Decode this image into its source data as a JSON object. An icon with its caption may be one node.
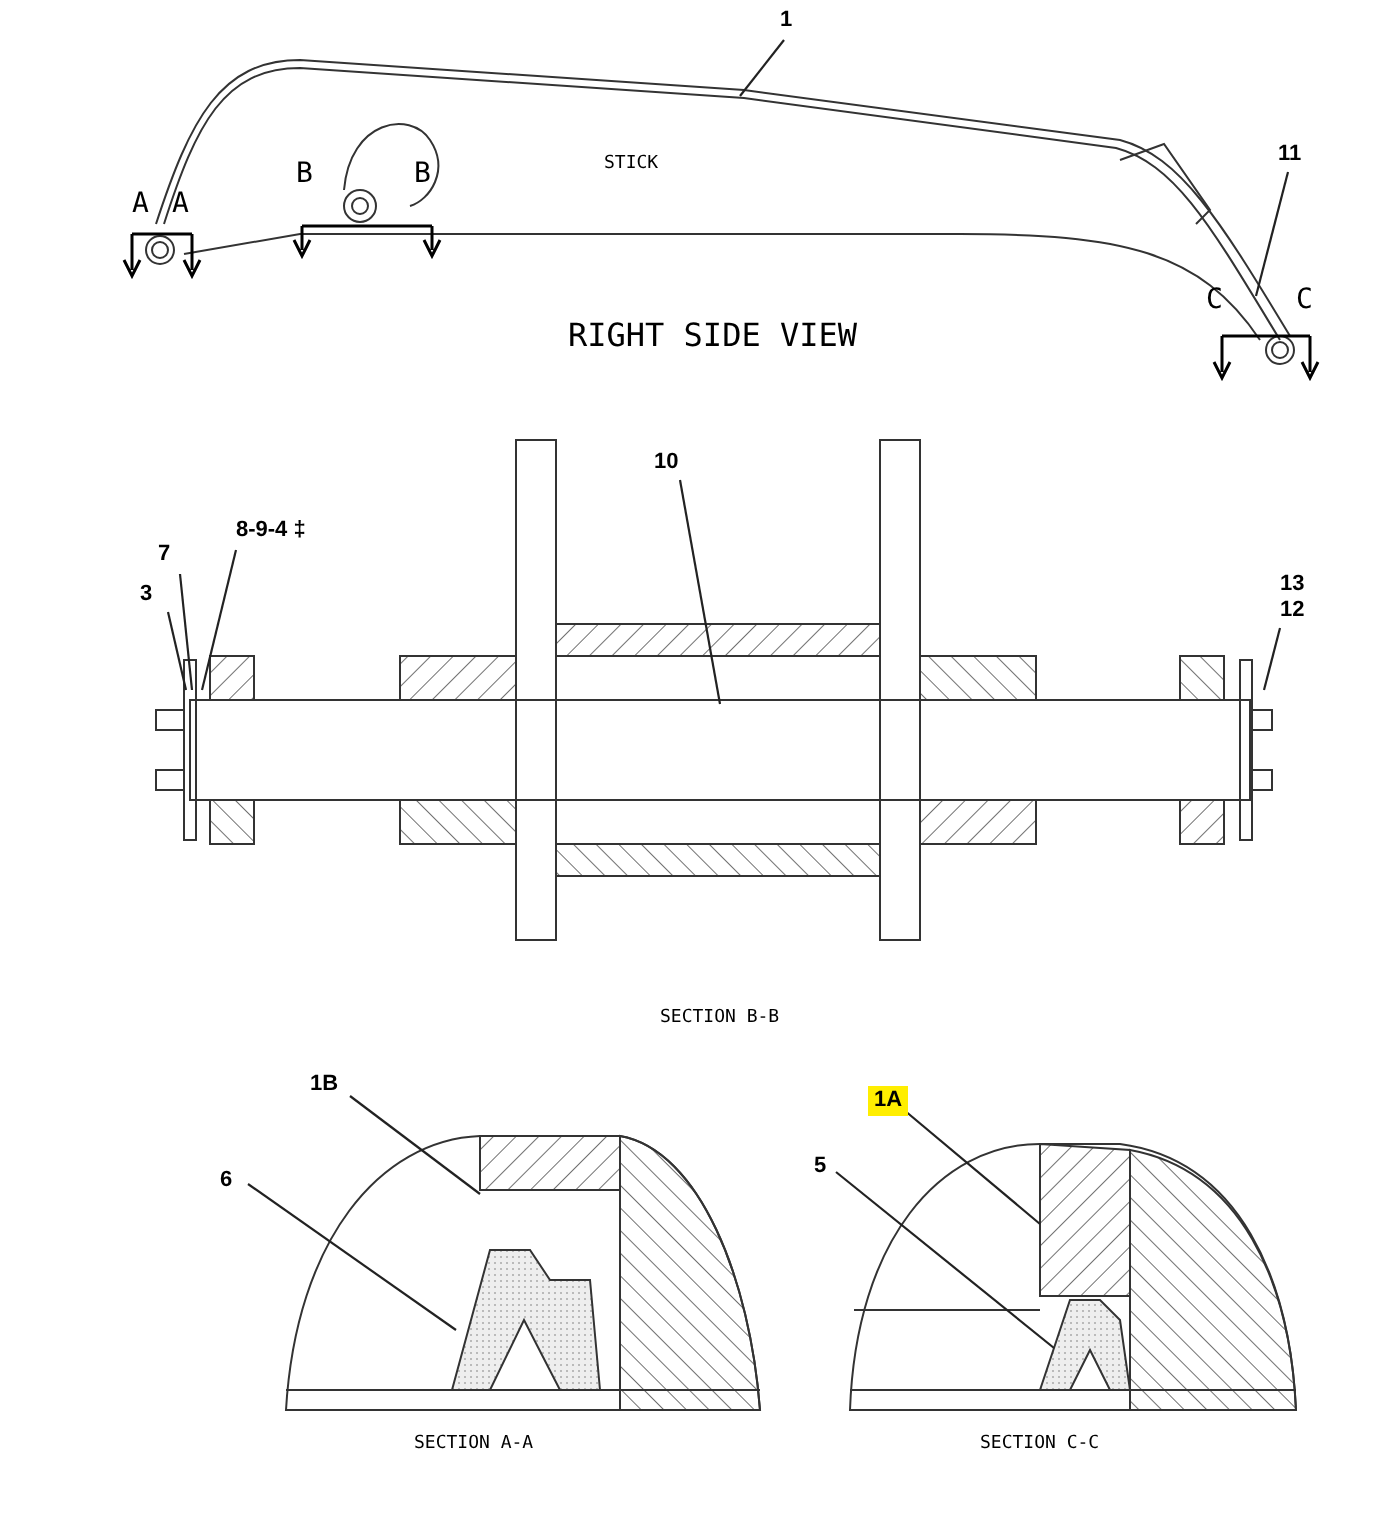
{
  "diagram": {
    "nodes": [
      {
        "text": [
          "1"
        ]
      },
      {
        "text": [
          "11"
        ]
      },
      {
        "text": [
          "10"
        ]
      },
      {
        "text": [
          "8-9-4 ‡"
        ]
      },
      {
        "text": [
          "7"
        ]
      },
      {
        "text": [
          "3"
        ]
      },
      {
        "text": [
          "13"
        ]
      },
      {
        "text": [
          "12"
        ]
      },
      {
        "text": [
          "1B"
        ]
      },
      {
        "text": [
          "6"
        ]
      },
      {
        "text": [
          "1A"
        ]
      },
      {
        "text": [
          "5"
        ]
      }
    ],
    "edges": [
      {
        "from": 0,
        "to": null,
        "arrow": "none"
      },
      {
        "from": 1,
        "to": null,
        "arrow": "none"
      },
      {
        "from": 2,
        "to": null,
        "arrow": "none"
      },
      {
        "from": 3,
        "to": null,
        "arrow": "none"
      },
      {
        "from": 4,
        "to": null,
        "arrow": "none"
      },
      {
        "from": 5,
        "to": null,
        "arrow": "none"
      },
      {
        "from": 7,
        "to": null,
        "arrow": "none"
      },
      {
        "from": 8,
        "to": null,
        "arrow": "none"
      },
      {
        "from": 9,
        "to": null,
        "arrow": "none"
      },
      {
        "from": 10,
        "to": null,
        "arrow": "none"
      },
      {
        "from": 11,
        "to": null,
        "arrow": "none"
      }
    ],
    "labels": [
      "A",
      "A",
      "B",
      "B",
      "STICK",
      "C",
      "C",
      "RIGHT SIDE VIEW",
      "SECTION B-B",
      "SECTION A-A",
      "SECTION C-C"
    ]
  }
}
